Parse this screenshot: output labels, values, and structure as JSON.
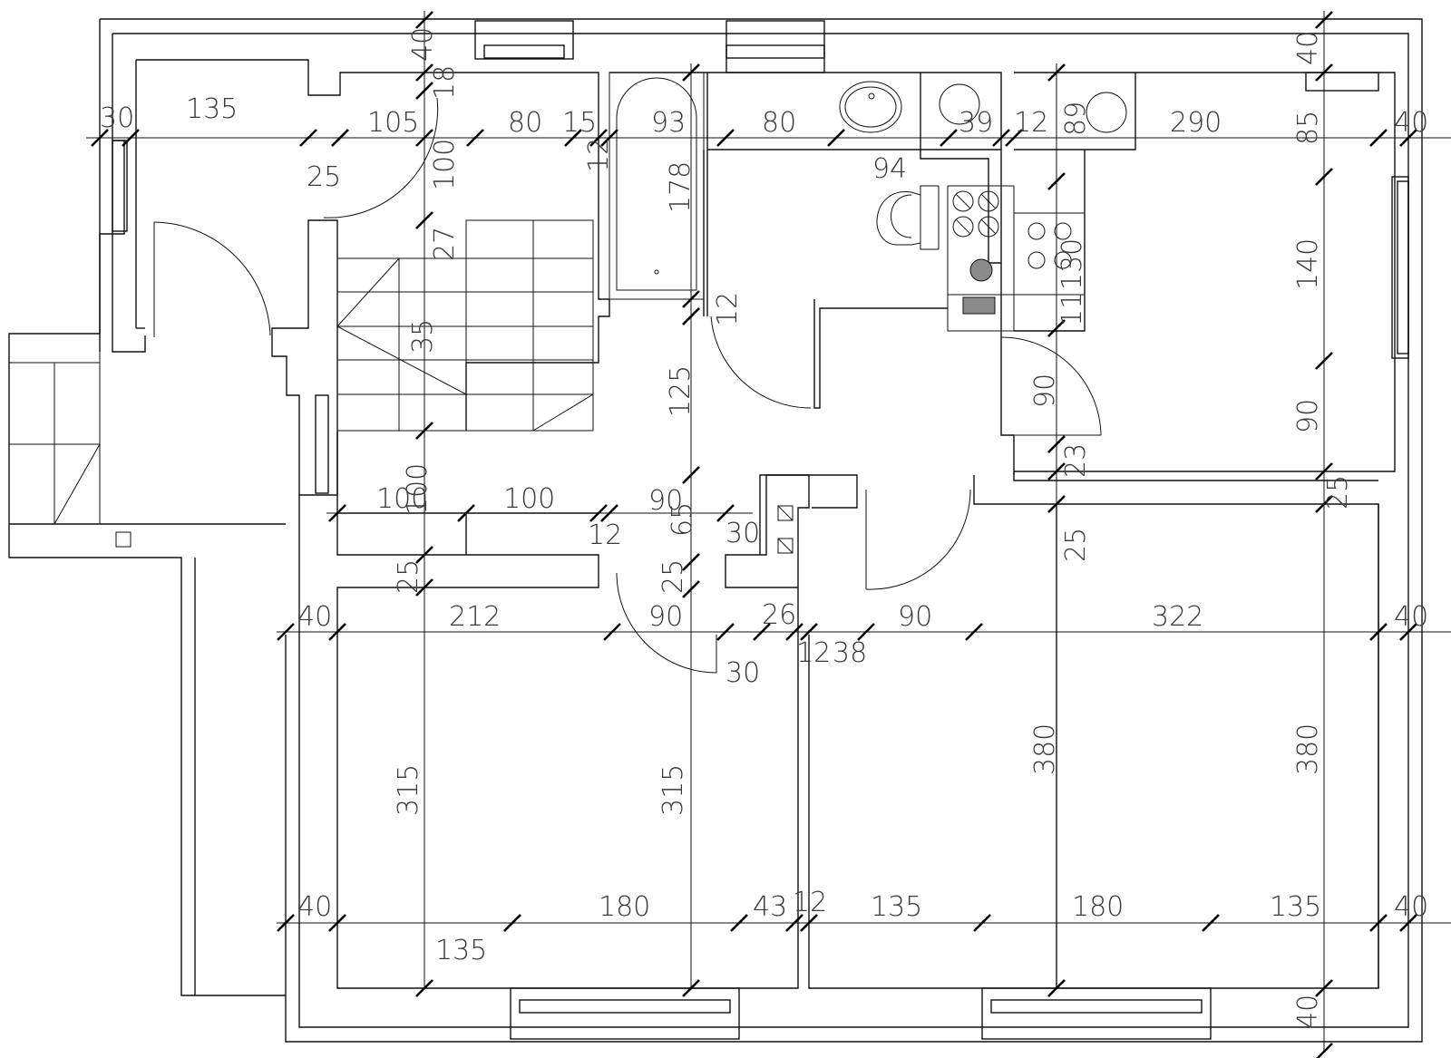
{
  "plan": {
    "dimensions": [
      {
        "id": "d1",
        "text": "40"
      },
      {
        "id": "d2",
        "text": "18"
      },
      {
        "id": "d3",
        "text": "135"
      },
      {
        "id": "d4",
        "text": "30"
      },
      {
        "id": "d5",
        "text": "105"
      },
      {
        "id": "d6",
        "text": "80"
      },
      {
        "id": "d7",
        "text": "15"
      },
      {
        "id": "d8",
        "text": "93"
      },
      {
        "id": "d9",
        "text": "80"
      },
      {
        "id": "d10",
        "text": "39"
      },
      {
        "id": "d11",
        "text": "12"
      },
      {
        "id": "d12",
        "text": "89"
      },
      {
        "id": "d13",
        "text": "290"
      },
      {
        "id": "d14",
        "text": "85"
      },
      {
        "id": "d15",
        "text": "40"
      },
      {
        "id": "d16",
        "text": "40"
      },
      {
        "id": "d17",
        "text": "25"
      },
      {
        "id": "d18",
        "text": "100"
      },
      {
        "id": "d19",
        "text": "12"
      },
      {
        "id": "d20",
        "text": "178"
      },
      {
        "id": "d21",
        "text": "94"
      },
      {
        "id": "d22",
        "text": "27"
      },
      {
        "id": "d23",
        "text": "140"
      },
      {
        "id": "d24",
        "text": "35"
      },
      {
        "id": "d25",
        "text": "12"
      },
      {
        "id": "d26",
        "text": "130"
      },
      {
        "id": "d27",
        "text": "11"
      },
      {
        "id": "d28",
        "text": "125"
      },
      {
        "id": "d29",
        "text": "90"
      },
      {
        "id": "d30",
        "text": "90"
      },
      {
        "id": "d31",
        "text": "23"
      },
      {
        "id": "d32",
        "text": "100"
      },
      {
        "id": "d33",
        "text": "100"
      },
      {
        "id": "d34",
        "text": "100"
      },
      {
        "id": "d35",
        "text": "90"
      },
      {
        "id": "d36",
        "text": "65"
      },
      {
        "id": "d37",
        "text": "12"
      },
      {
        "id": "d38",
        "text": "30"
      },
      {
        "id": "d39",
        "text": "25"
      },
      {
        "id": "d40",
        "text": "25"
      },
      {
        "id": "d41",
        "text": "25"
      },
      {
        "id": "d42",
        "text": "25"
      },
      {
        "id": "d43",
        "text": "40"
      },
      {
        "id": "d44",
        "text": "212"
      },
      {
        "id": "d45",
        "text": "90"
      },
      {
        "id": "d46",
        "text": "26"
      },
      {
        "id": "d47",
        "text": "90"
      },
      {
        "id": "d48",
        "text": "322"
      },
      {
        "id": "d49",
        "text": "40"
      },
      {
        "id": "d50",
        "text": "12"
      },
      {
        "id": "d51",
        "text": "38"
      },
      {
        "id": "d52",
        "text": "30"
      },
      {
        "id": "d53",
        "text": "315"
      },
      {
        "id": "d54",
        "text": "315"
      },
      {
        "id": "d55",
        "text": "380"
      },
      {
        "id": "d56",
        "text": "380"
      },
      {
        "id": "d57",
        "text": "40"
      },
      {
        "id": "d58",
        "text": "180"
      },
      {
        "id": "d59",
        "text": "43"
      },
      {
        "id": "d60",
        "text": "12"
      },
      {
        "id": "d61",
        "text": "135"
      },
      {
        "id": "d62",
        "text": "180"
      },
      {
        "id": "d63",
        "text": "135"
      },
      {
        "id": "d64",
        "text": "40"
      },
      {
        "id": "d65",
        "text": "135"
      },
      {
        "id": "d66",
        "text": "40"
      }
    ]
  }
}
